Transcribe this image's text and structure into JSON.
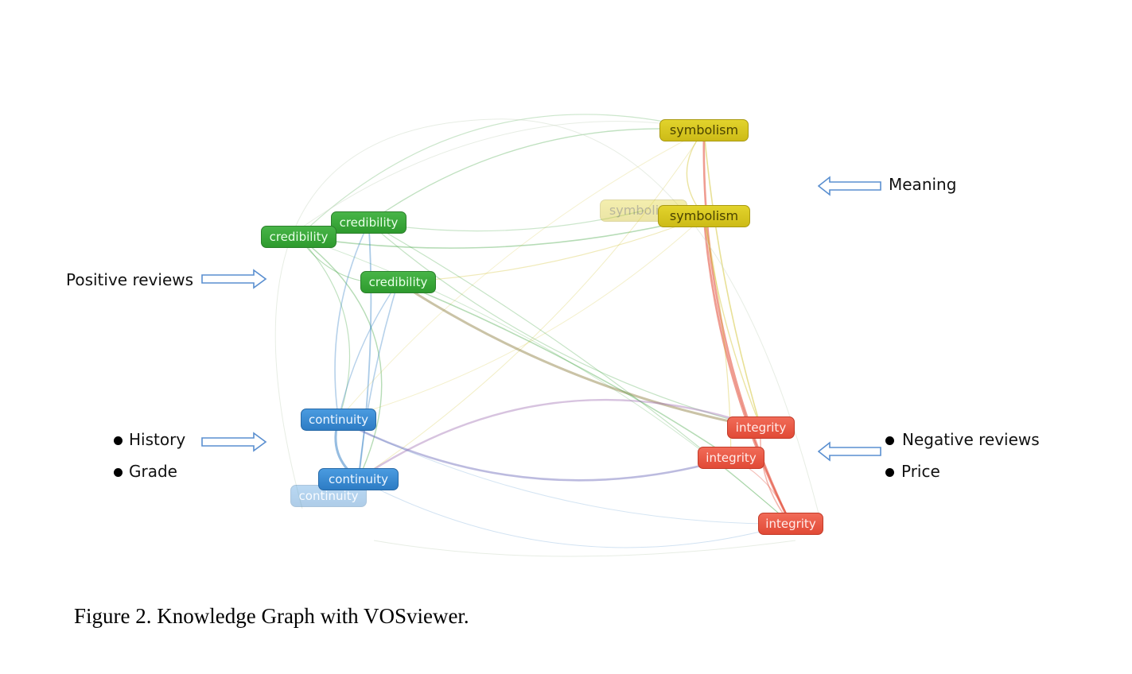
{
  "caption": "Figure 2. Knowledge Graph with VOSviewer.",
  "colors": {
    "green": "#2e9a2e",
    "blue": "#2d7cc4",
    "yellow": "#cdbb17",
    "red": "#e14a36",
    "arrow": "#5a8fd0"
  },
  "nodes": [
    {
      "id": "sym1",
      "label": "symbolism",
      "cluster": "yellow",
      "faded": false
    },
    {
      "id": "sym2",
      "label": "symbolism",
      "cluster": "yellow",
      "faded": true
    },
    {
      "id": "sym3",
      "label": "symbolism",
      "cluster": "yellow",
      "faded": false
    },
    {
      "id": "cred1",
      "label": "credibility",
      "cluster": "green",
      "faded": false
    },
    {
      "id": "cred2",
      "label": "credibility",
      "cluster": "green",
      "faded": false
    },
    {
      "id": "cred3",
      "label": "credibility",
      "cluster": "green",
      "faded": false
    },
    {
      "id": "cont1",
      "label": "continuity",
      "cluster": "blue",
      "faded": false
    },
    {
      "id": "cont2",
      "label": "continuity",
      "cluster": "blue",
      "faded": false
    },
    {
      "id": "cont3",
      "label": "continuity",
      "cluster": "blue",
      "faded": true
    },
    {
      "id": "int1",
      "label": "integrity",
      "cluster": "red",
      "faded": false
    },
    {
      "id": "int2",
      "label": "integrity",
      "cluster": "red",
      "faded": false
    },
    {
      "id": "int3",
      "label": "integrity",
      "cluster": "red",
      "faded": false
    }
  ],
  "annotations": {
    "meaning": "Meaning",
    "positive_reviews": "Positive reviews",
    "history": "History",
    "grade": "Grade",
    "negative_reviews": "Negative reviews",
    "price": "Price"
  }
}
